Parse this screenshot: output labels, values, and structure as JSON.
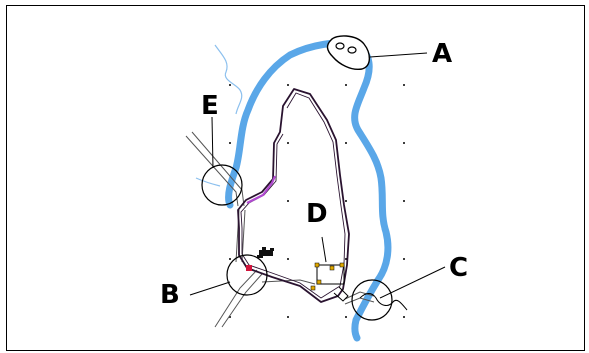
{
  "labels": {
    "a": "A",
    "b": "B",
    "c": "C",
    "d": "D",
    "e": "E"
  },
  "colors": {
    "river": "#5aa7e8",
    "tributary": "#8cc0ee",
    "wall": "#2a1330",
    "wall_highlight": "#b14ad1",
    "marker": "#e0a800",
    "red_marker": "#d0143c",
    "leader": "#000000",
    "frame": "#000000"
  }
}
